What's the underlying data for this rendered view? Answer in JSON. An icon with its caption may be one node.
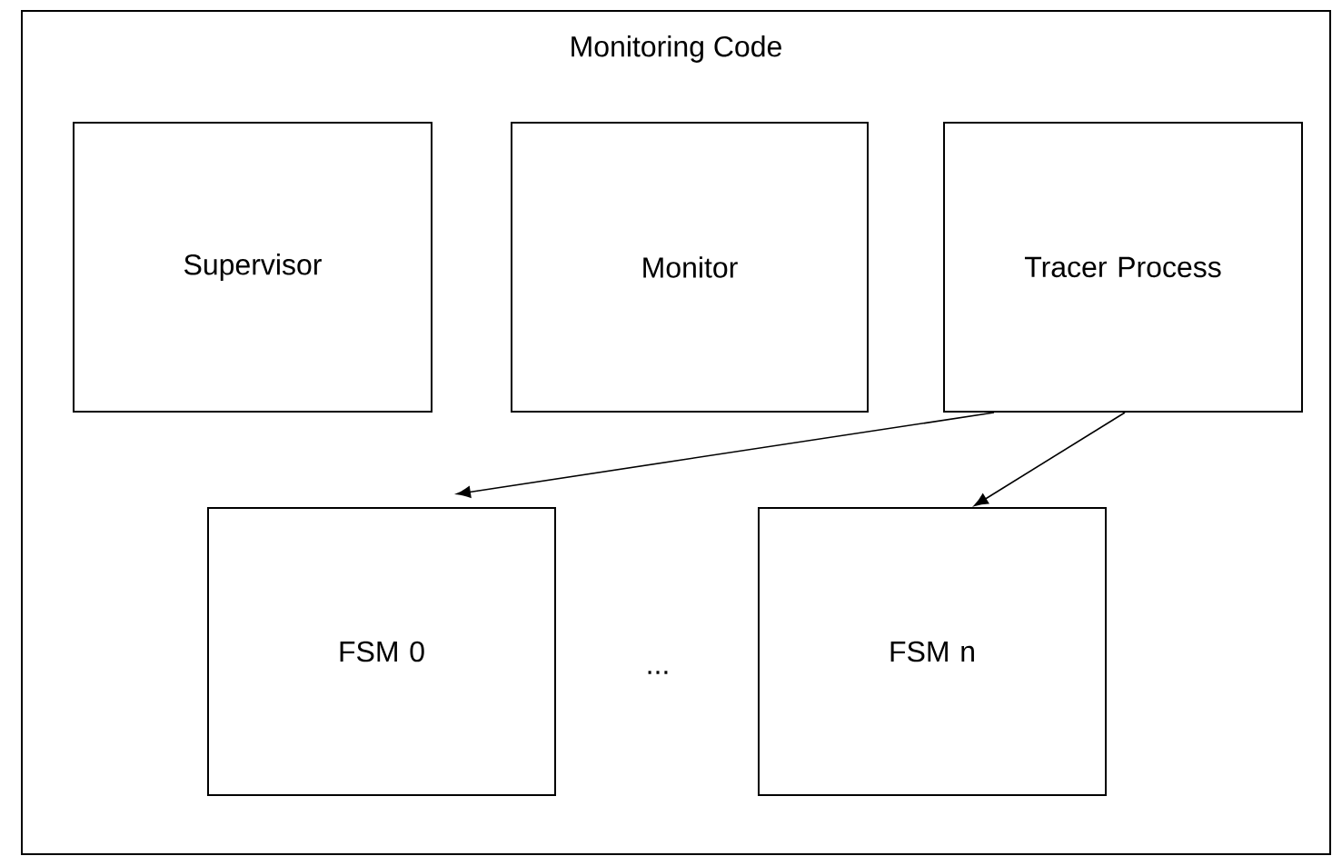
{
  "diagram": {
    "nodes": [
      {
        "text": [
          "Monitoring Code"
        ]
      },
      {
        "text": [
          "Supervisor"
        ],
        "in": 0
      },
      {
        "text": [
          "Monitor"
        ],
        "in": 0
      },
      {
        "text": [
          "Tracer Process"
        ],
        "in": 0
      },
      {
        "text": [
          "FSM 0"
        ],
        "in": 0
      },
      {
        "text": [
          "FSM n"
        ],
        "in": 0
      }
    ],
    "edges": [
      {
        "from": 3,
        "to": 4,
        "arrow": "to"
      },
      {
        "from": 3,
        "to": 5,
        "arrow": "to"
      }
    ],
    "labels": [
      "..."
    ]
  }
}
